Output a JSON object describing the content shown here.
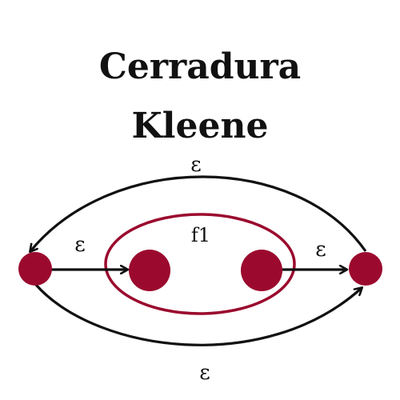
{
  "title": {
    "line1": "Cerradura",
    "line2": "Kleene"
  },
  "labels": {
    "epsilon_top": "ε",
    "epsilon_left": "ε",
    "epsilon_right": "ε",
    "epsilon_bottom": "ε",
    "f1": "f1"
  },
  "colors": {
    "node": "#9b0a2e",
    "ellipse": "#9b0a2e",
    "edge": "#111111",
    "text": "#111111"
  }
}
